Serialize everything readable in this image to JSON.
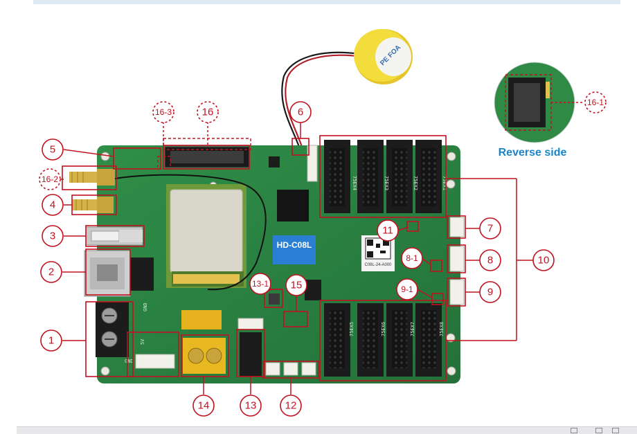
{
  "board": {
    "model_label": "HD-C08L",
    "qr_caption": "C08L-24-A000",
    "battery_text": "PE FOA",
    "reverse_side_label": "Reverse side",
    "silkscreen": {
      "gnd_top": "GND",
      "five_v": "5V",
      "gnd_bottom": "GND",
      "port_labels_top": [
        "75EX4",
        "75EX3",
        "75EX2",
        "75EX1"
      ],
      "port_labels_bottom": [
        "75EX5",
        "75EX6",
        "75EX7",
        "75EX8"
      ]
    }
  },
  "callouts": [
    {
      "id": "c1",
      "label": "1"
    },
    {
      "id": "c2",
      "label": "2"
    },
    {
      "id": "c3",
      "label": "3"
    },
    {
      "id": "c4",
      "label": "4"
    },
    {
      "id": "c5",
      "label": "5"
    },
    {
      "id": "c16-2",
      "label": "16-2"
    },
    {
      "id": "c16-3",
      "label": "16-3"
    },
    {
      "id": "c16",
      "label": "16"
    },
    {
      "id": "c6",
      "label": "6"
    },
    {
      "id": "c11",
      "label": "11"
    },
    {
      "id": "c8-1",
      "label": "8-1"
    },
    {
      "id": "c9-1",
      "label": "9-1"
    },
    {
      "id": "c13-1",
      "label": "13-1"
    },
    {
      "id": "c15",
      "label": "15"
    },
    {
      "id": "c7",
      "label": "7"
    },
    {
      "id": "c8",
      "label": "8"
    },
    {
      "id": "c9",
      "label": "9"
    },
    {
      "id": "c10",
      "label": "10"
    },
    {
      "id": "c14",
      "label": "14"
    },
    {
      "id": "c13",
      "label": "13"
    },
    {
      "id": "c12",
      "label": "12"
    },
    {
      "id": "c16-1",
      "label": "16-1"
    }
  ],
  "colors": {
    "callout": "#c1121f",
    "pcb": "#2f8a45",
    "pcb_dark": "#236b36",
    "module": "#d7d4c8",
    "header": "#1a1a1a",
    "chip_label_bg": "#2a7fd4",
    "reverse_text": "#1b84c7",
    "battery": "#f2dd3c"
  }
}
